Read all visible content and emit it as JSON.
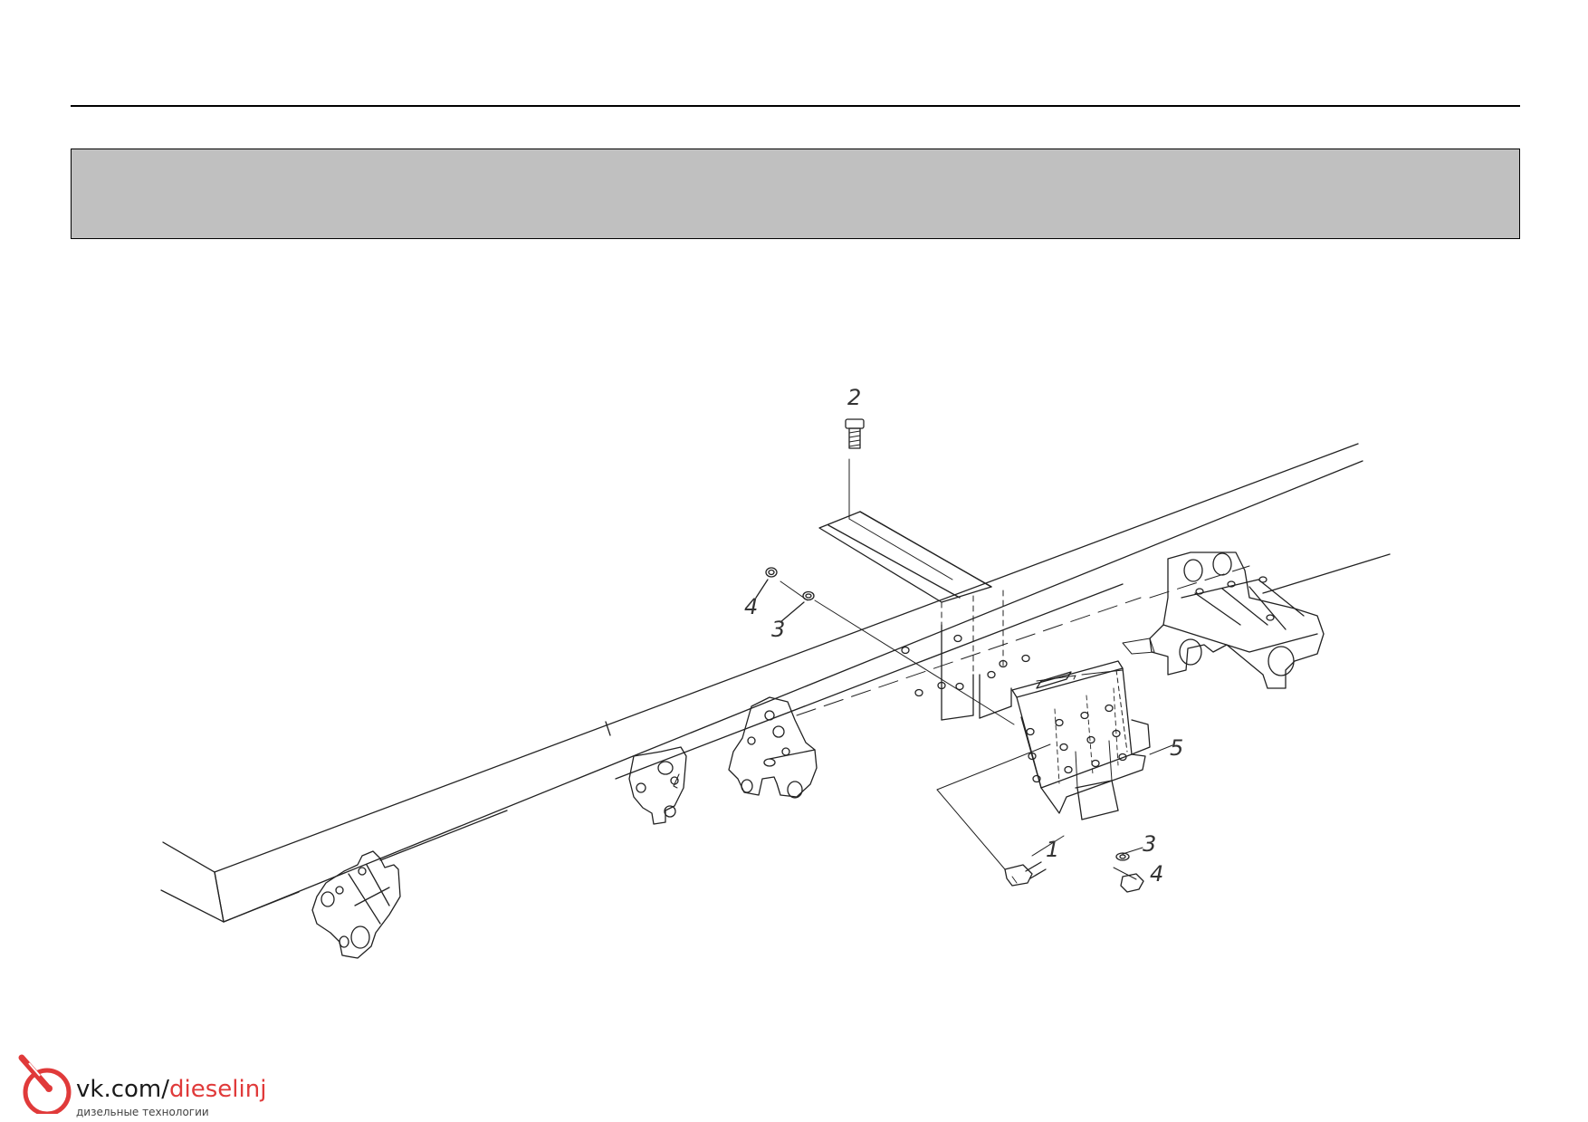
{
  "diagram": {
    "callouts": {
      "c1": "1",
      "c2": "2",
      "c3a": "3",
      "c3b": "3",
      "c4a": "4",
      "c4b": "4",
      "c5": "5"
    }
  },
  "watermark": {
    "domain_prefix": "vk.com/",
    "domain_accent": "dieselinj",
    "tagline": "дизельные технологии",
    "accent_color": "#e03a3a"
  },
  "icons": {
    "logo": "injector-logo-icon"
  }
}
